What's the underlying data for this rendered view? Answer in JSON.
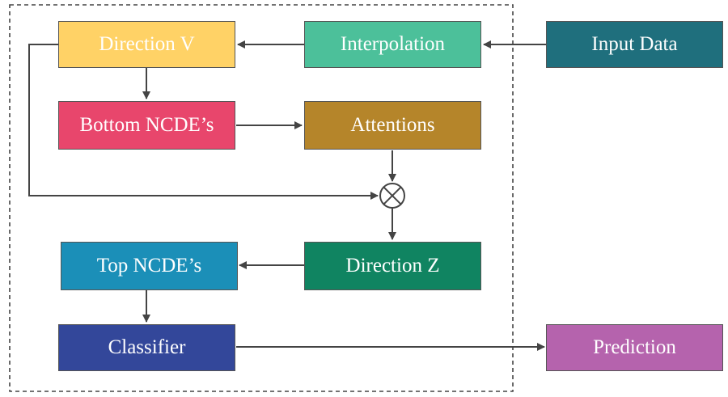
{
  "nodes": {
    "input_data": {
      "label": "Input Data",
      "color": "#1f6f7d"
    },
    "interpolation": {
      "label": "Interpolation",
      "color": "#4cc09a"
    },
    "direction_v": {
      "label": "Direction V",
      "color": "#ffd266"
    },
    "bottom_ncde": {
      "label": "Bottom NCDE’s",
      "color": "#e8466c"
    },
    "attentions": {
      "label": "Attentions",
      "color": "#b5852a"
    },
    "multiply_op": {
      "symbol": "⊗"
    },
    "direction_z": {
      "label": "Direction Z",
      "color": "#108461"
    },
    "top_ncde": {
      "label": "Top NCDE’s",
      "color": "#1b8fb8"
    },
    "classifier": {
      "label": "Classifier",
      "color": "#33479a"
    },
    "prediction": {
      "label": "Prediction",
      "color": "#b563ad"
    }
  },
  "edges": [
    {
      "from": "input_data",
      "to": "interpolation"
    },
    {
      "from": "interpolation",
      "to": "direction_v"
    },
    {
      "from": "direction_v",
      "to": "bottom_ncde"
    },
    {
      "from": "bottom_ncde",
      "to": "attentions"
    },
    {
      "from": "attentions",
      "to": "multiply_op"
    },
    {
      "from": "direction_v",
      "to": "multiply_op"
    },
    {
      "from": "multiply_op",
      "to": "direction_z"
    },
    {
      "from": "direction_z",
      "to": "top_ncde"
    },
    {
      "from": "top_ncde",
      "to": "classifier"
    },
    {
      "from": "classifier",
      "to": "prediction"
    }
  ]
}
